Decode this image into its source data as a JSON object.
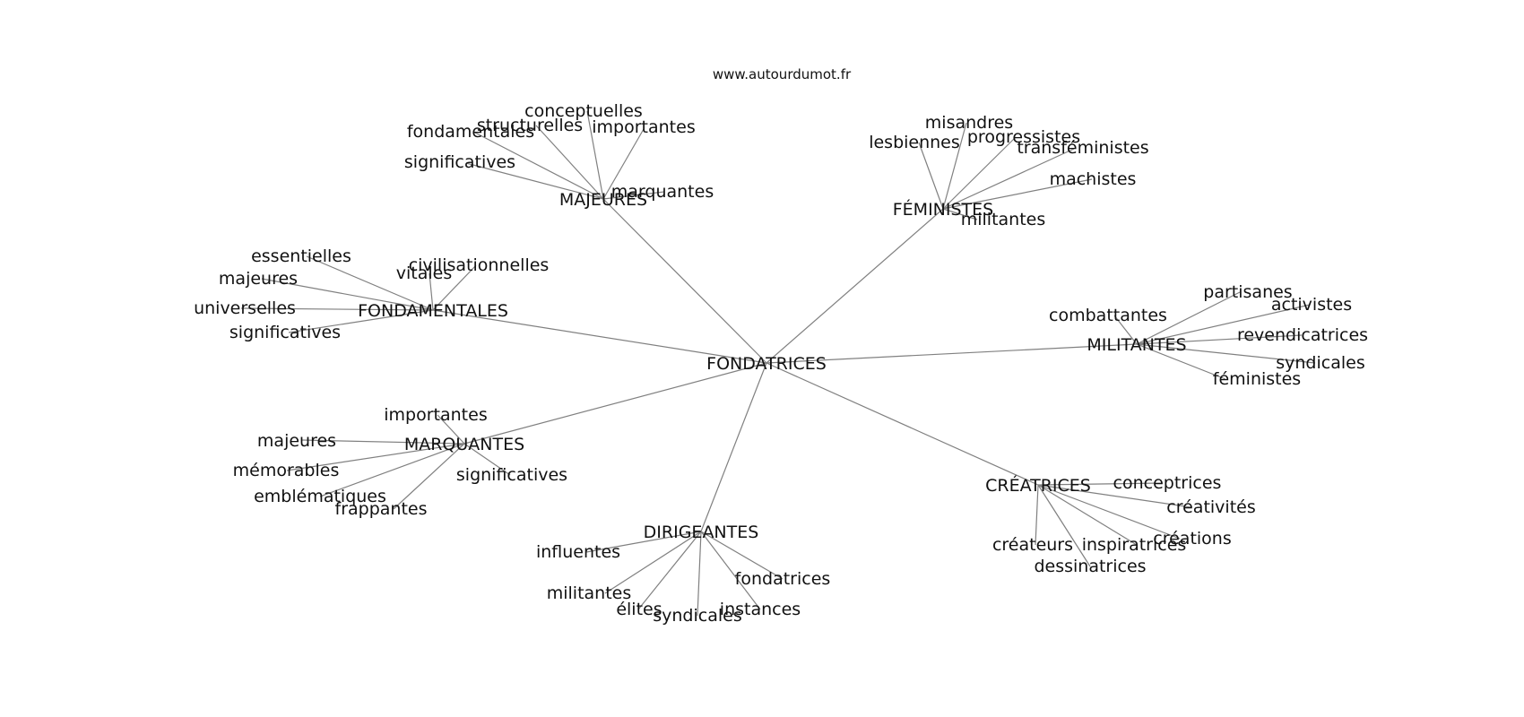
{
  "watermark": "www.autourdumot.fr",
  "graph": {
    "center": "FONDATRICES",
    "hubs": [
      {
        "label": "MAJEURES",
        "leaves": [
          "conceptuelles",
          "structurelles",
          "fondamentales",
          "importantes",
          "significatives",
          "marquantes"
        ]
      },
      {
        "label": "FÉMINISTES",
        "leaves": [
          "misandres",
          "lesbiennes",
          "progressistes",
          "transféministes",
          "machistes",
          "militantes"
        ]
      },
      {
        "label": "FONDAMENTALES",
        "leaves": [
          "essentielles",
          "civilisationnelles",
          "vitales",
          "majeures",
          "universelles",
          "significatives"
        ]
      },
      {
        "label": "MILITANTES",
        "leaves": [
          "partisanes",
          "combattantes",
          "activistes",
          "revendicatrices",
          "syndicales",
          "féministes"
        ]
      },
      {
        "label": "MARQUANTES",
        "leaves": [
          "importantes",
          "majeures",
          "mémorables",
          "emblématiques",
          "frappantes",
          "significatives"
        ]
      },
      {
        "label": "CRÉATRICES",
        "leaves": [
          "conceptrices",
          "créativités",
          "créations",
          "inspiratrices",
          "créateurs",
          "dessinatrices"
        ]
      },
      {
        "label": "DIRIGEANTES",
        "leaves": [
          "influentes",
          "militantes",
          "élites",
          "syndicales",
          "instances",
          "fondatrices"
        ]
      }
    ]
  }
}
